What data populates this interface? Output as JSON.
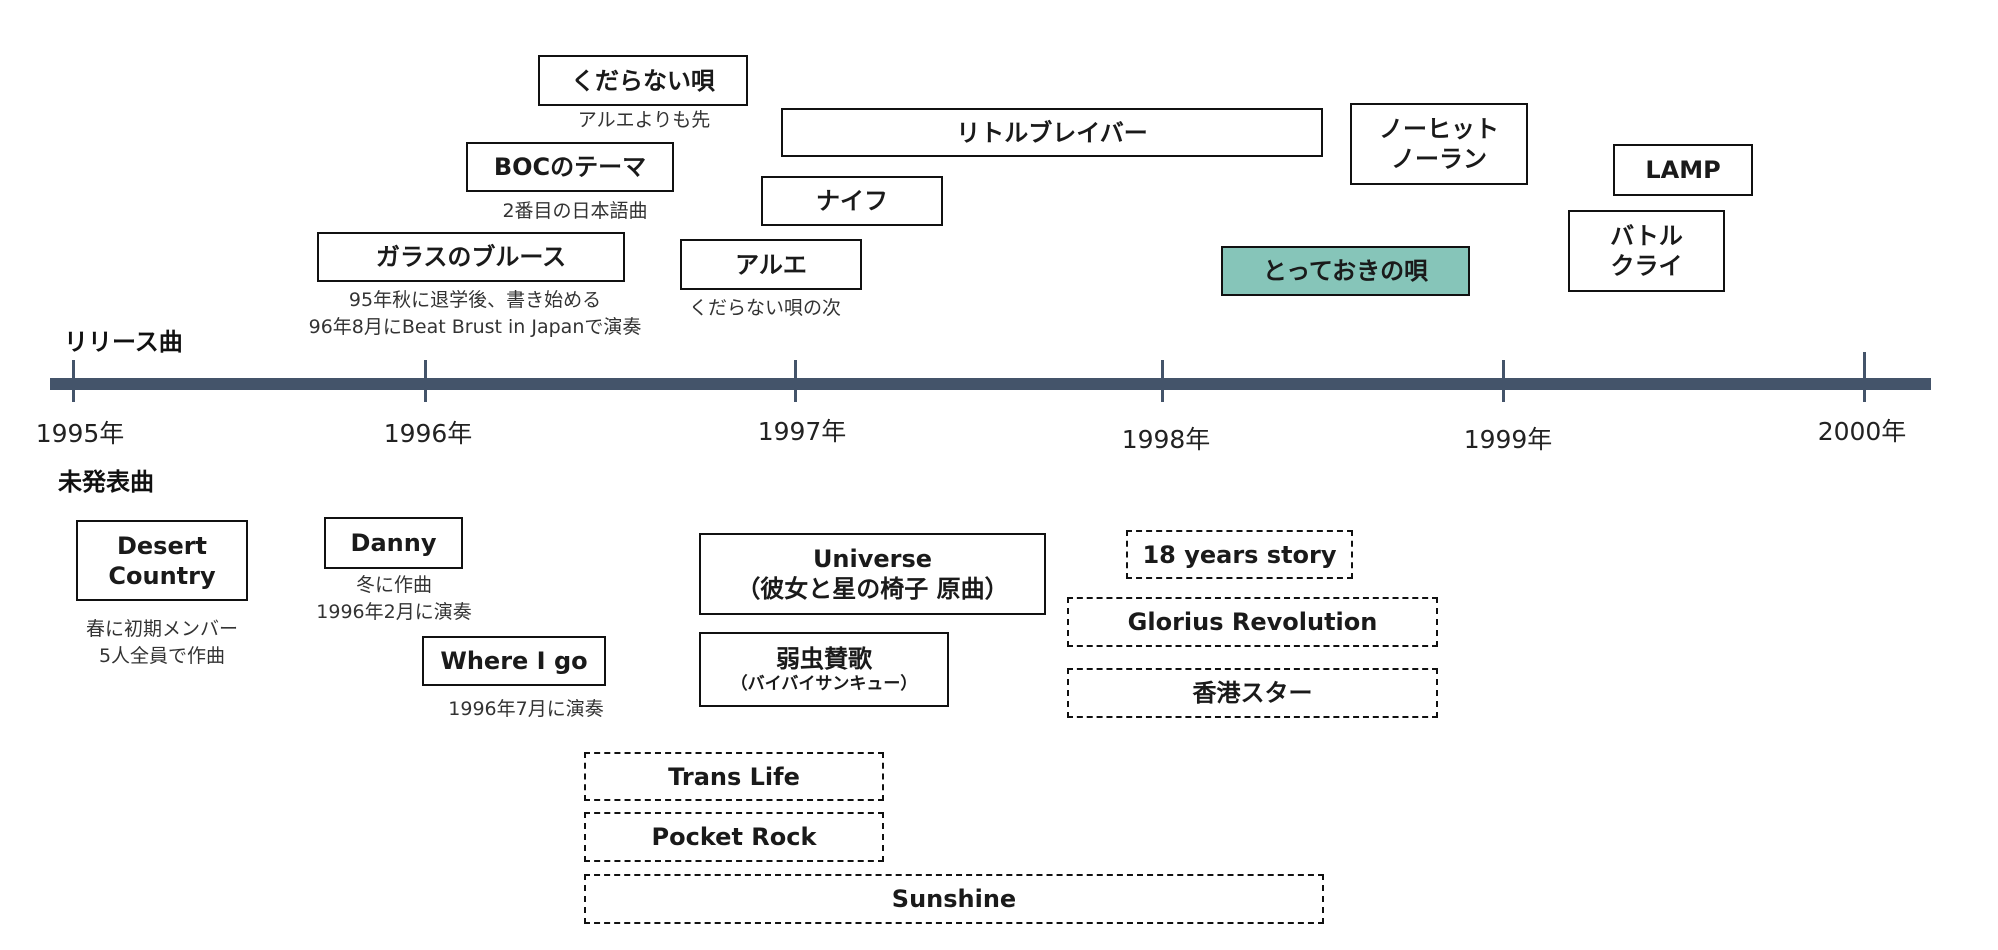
{
  "sections": {
    "released_label": "リリース曲",
    "unreleased_label": "未発表曲"
  },
  "axis": {
    "color": "#44546A",
    "years": [
      "1995年",
      "1996年",
      "1997年",
      "1998年",
      "1999年",
      "2000年"
    ]
  },
  "released": [
    {
      "title": "くだらない唄",
      "notes": [
        "アルエよりも先"
      ]
    },
    {
      "title": "リトルブレイバー",
      "notes": []
    },
    {
      "title": "BOCのテーマ",
      "notes": [
        "2番目の日本語曲"
      ]
    },
    {
      "title": "ナイフ",
      "notes": []
    },
    {
      "title": "ノーヒット\nノーラン",
      "lines": [
        "ノーヒット",
        "ノーラン"
      ],
      "notes": []
    },
    {
      "title": "LAMP",
      "notes": []
    },
    {
      "title": "ガラスのブルース",
      "notes": [
        "95年秋に退学後、書き始める",
        "96年8月にBeat Brust in Japanで演奏"
      ]
    },
    {
      "title": "アルエ",
      "notes": [
        "くだらない唄の次"
      ]
    },
    {
      "title": "とっておきの唄",
      "notes": [],
      "highlight_color": "#86C5B9"
    },
    {
      "title": "バトル\nクライ",
      "lines": [
        "バトル",
        "クライ"
      ],
      "notes": []
    }
  ],
  "unreleased": [
    {
      "lines": [
        "Desert",
        "Country"
      ],
      "notes": [
        "春に初期メンバー",
        "5人全員で作曲"
      ],
      "style": "solid"
    },
    {
      "title": "Danny",
      "notes": [
        "冬に作曲",
        "1996年2月に演奏"
      ],
      "style": "solid"
    },
    {
      "title": "Where I go",
      "notes": [
        "1996年7月に演奏"
      ],
      "style": "solid"
    },
    {
      "lines": [
        "Universe",
        "（彼女と星の椅子 原曲）"
      ],
      "notes": [],
      "style": "solid"
    },
    {
      "title": "弱虫賛歌",
      "subtitle": "（バイバイサンキュー）",
      "notes": [],
      "style": "solid"
    },
    {
      "title": "18 years story",
      "notes": [],
      "style": "dashed"
    },
    {
      "title": "Glorius Revolution",
      "notes": [],
      "style": "dashed"
    },
    {
      "title": "香港スター",
      "notes": [],
      "style": "dashed"
    },
    {
      "title": "Trans Life",
      "notes": [],
      "style": "dashed"
    },
    {
      "title": "Pocket Rock",
      "notes": [],
      "style": "dashed"
    },
    {
      "title": "Sunshine",
      "notes": [],
      "style": "dashed"
    }
  ]
}
